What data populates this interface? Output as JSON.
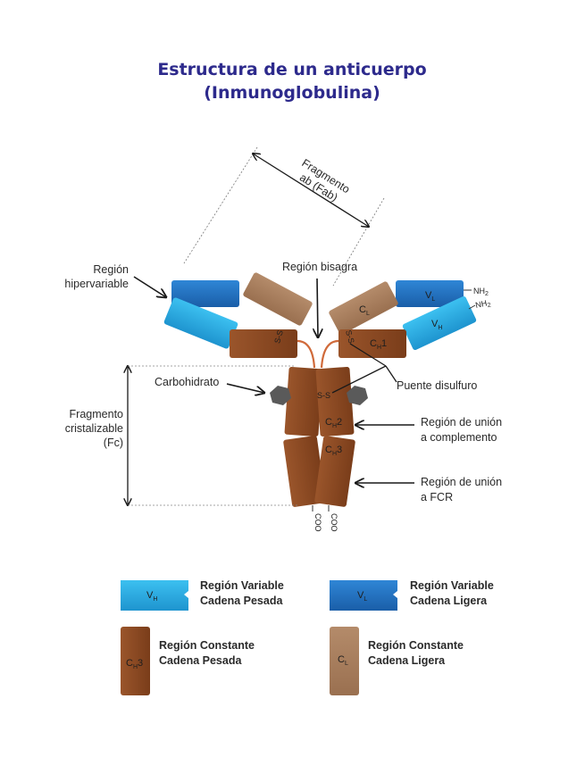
{
  "title": {
    "line1": "Estructura de un anticuerpo",
    "line2": "(Inmunoglobulina)"
  },
  "labels": {
    "fab_line1": "Fragmento",
    "fab_line2": "ab (Fab)",
    "hypervariable_line1": "Región",
    "hypervariable_line2": "hipervariable",
    "hinge": "Región bisagra",
    "carbohydrate": "Carbohidrato",
    "disulfide": "Puente disulfuro",
    "complement_line1": "Región de unión",
    "complement_line2": "a complemento",
    "fcr_line1": "Región de unión",
    "fcr_line2": "a FCR",
    "fc_line1": "Fragmento",
    "fc_line2": "cristalizable",
    "fc_line3": "(Fc)",
    "nh2": "NH",
    "nh2_sub": "2",
    "ss": "S-S",
    "coo": "COO"
  },
  "segments": {
    "vl": "V",
    "vl_sub": "L",
    "vh": "V",
    "vh_sub": "H",
    "cl": "C",
    "cl_sub": "L",
    "ch1": "C",
    "ch1_sub": "H",
    "ch1_num": "1",
    "ch2": "C",
    "ch2_sub": "H",
    "ch2_num": "2",
    "ch3": "C",
    "ch3_sub": "H",
    "ch3_num": "3"
  },
  "legend": [
    {
      "swatch": "V",
      "swatch_sub": "H",
      "line1": "Región Variable",
      "line2": "Cadena Pesada",
      "color": "#2aa7df"
    },
    {
      "swatch": "V",
      "swatch_sub": "L",
      "line1": "Región Variable",
      "line2": "Cadena Ligera",
      "color": "#1f6fc0"
    },
    {
      "swatch": "C",
      "swatch_sub": "H",
      "swatch_num": "3",
      "line1": "Región Constante",
      "line2": "Cadena Pesada",
      "color": "#8b4a22"
    },
    {
      "swatch": "C",
      "swatch_sub": "L",
      "line1": "Región Constante",
      "line2": "Cadena Ligera",
      "color": "#a67d5d"
    }
  ],
  "colors": {
    "heavy_variable": "#2aa7df",
    "light_variable": "#1f6fc0",
    "heavy_constant": "#8b4a22",
    "light_constant": "#a67d5d",
    "hinge": "#d06a3a",
    "carbohydrate": "#5a5a5a",
    "title": "#2d2a8c"
  }
}
